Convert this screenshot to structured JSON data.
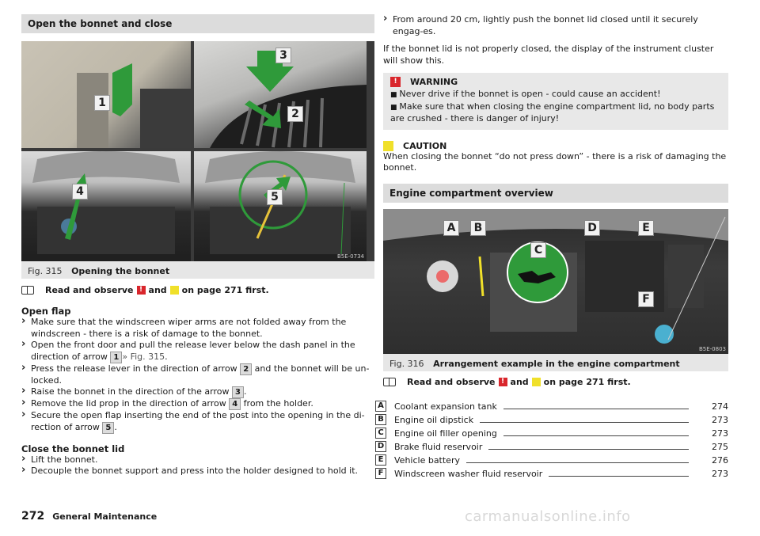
{
  "left": {
    "section_title": "Open the bonnet and close",
    "figure": {
      "callouts": [
        "1",
        "2",
        "3",
        "4",
        "5"
      ],
      "code": "B5E-0734",
      "number": "Fig. 315",
      "title": "Opening the bonnet"
    },
    "read_observe": {
      "before": "Read and observe",
      "and": "and",
      "after": "on page 271 first."
    },
    "open_flap": {
      "heading": "Open flap",
      "steps": [
        {
          "text": "Make sure that the windscreen wiper arms are not folded away from the windscreen - there is a risk of damage to the bonnet."
        },
        {
          "before": "Open the front door and pull the release lever below the dash panel in the direction of arrow",
          "ref": "1",
          "link": "» Fig. 315",
          "after": "."
        },
        {
          "before": "Press the release lever in the direction of arrow",
          "ref": "2",
          "after": "and the bonnet will be un-locked."
        },
        {
          "before": "Raise the bonnet in the direction of the arrow",
          "ref": "3",
          "after": "."
        },
        {
          "before": "Remove the lid prop in the direction of arrow",
          "ref": "4",
          "after": "from the holder."
        },
        {
          "before": "Secure the open flap inserting the end of the post into the opening in the di-rection of arrow",
          "ref": "5",
          "after": "."
        }
      ]
    },
    "close_flap": {
      "heading": "Close the bonnet lid",
      "steps": [
        "Lift the bonnet.",
        "Decouple the bonnet support and press into the holder designed to hold it."
      ]
    }
  },
  "right": {
    "push_step": "From around 20 cm, lightly push the bonnet lid closed until it securely engag-es.",
    "note": "If the bonnet lid is not properly closed, the display of the instrument cluster will show this.",
    "warning": {
      "title": "WARNING",
      "items": [
        "Never drive if the bonnet is open - could cause an accident!",
        "Make sure that when closing the engine compartment lid, no body parts are crushed - there is danger of injury!"
      ]
    },
    "caution": {
      "title": "CAUTION",
      "text": "When closing the bonnet “do not press down” - there is a risk of damaging the bonnet."
    },
    "section_title": "Engine compartment overview",
    "figure": {
      "labels": [
        "A",
        "B",
        "C",
        "D",
        "E",
        "F"
      ],
      "code": "B5E-0803",
      "number": "Fig. 316",
      "title": "Arrangement example in the engine compartment"
    },
    "read_observe": {
      "before": "Read and observe",
      "and": "and",
      "after": "on page 271 first."
    },
    "parts": [
      {
        "letter": "A",
        "name": "Coolant expansion tank",
        "page": "274"
      },
      {
        "letter": "B",
        "name": "Engine oil dipstick",
        "page": "273"
      },
      {
        "letter": "C",
        "name": "Engine oil filler opening",
        "page": "273"
      },
      {
        "letter": "D",
        "name": "Brake fluid reservoir",
        "page": "275"
      },
      {
        "letter": "E",
        "name": "Vehicle battery",
        "page": "276"
      },
      {
        "letter": "F",
        "name": "Windscreen washer fluid reservoir",
        "page": "273"
      }
    ]
  },
  "footer": {
    "page_number": "272",
    "chapter": "General Maintenance",
    "watermark": "carmanualsonline.info"
  },
  "colors": {
    "warning_red": "#d9262c",
    "caution_yellow": "#f0e02a",
    "arrow_green": "#2f9a3a",
    "header_gray": "#dcdcdc"
  }
}
